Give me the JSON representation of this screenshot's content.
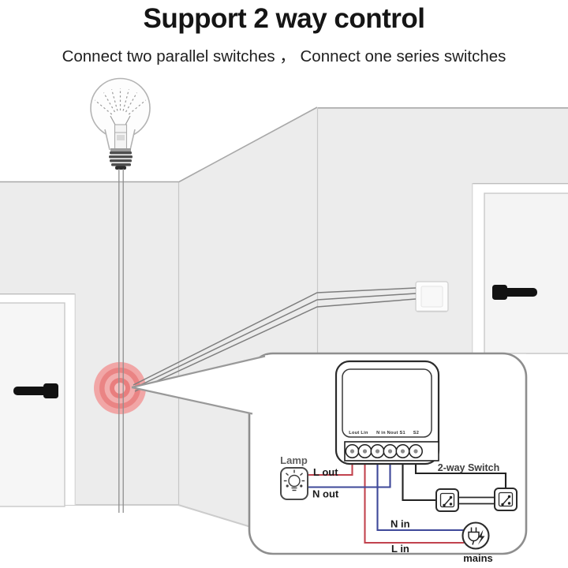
{
  "header": {
    "title": "Support 2 way control",
    "subtitle": "Connect two parallel switches ， Connect one series switches"
  },
  "scene": {
    "wall_wire_color": "#7E7E7E",
    "ripple_colors": [
      "#F1A6A6",
      "#EA8484",
      "#F2AEAE",
      "#E97E7E",
      "#F5BFBF"
    ]
  },
  "callout": {
    "labels": {
      "lamp": "Lamp",
      "l_out": "L out",
      "n_out": "N out",
      "two_way_switch": "2-way Switch",
      "n_in": "N in",
      "l_in": "L in",
      "mains": "mains"
    },
    "module": {
      "terminal_groups": [
        "Lout Lin",
        "N in Nout S1",
        "S2"
      ]
    },
    "wire_colors": {
      "live": "#C2434E",
      "neutral": "#3E4899",
      "switch": "#222222"
    }
  }
}
